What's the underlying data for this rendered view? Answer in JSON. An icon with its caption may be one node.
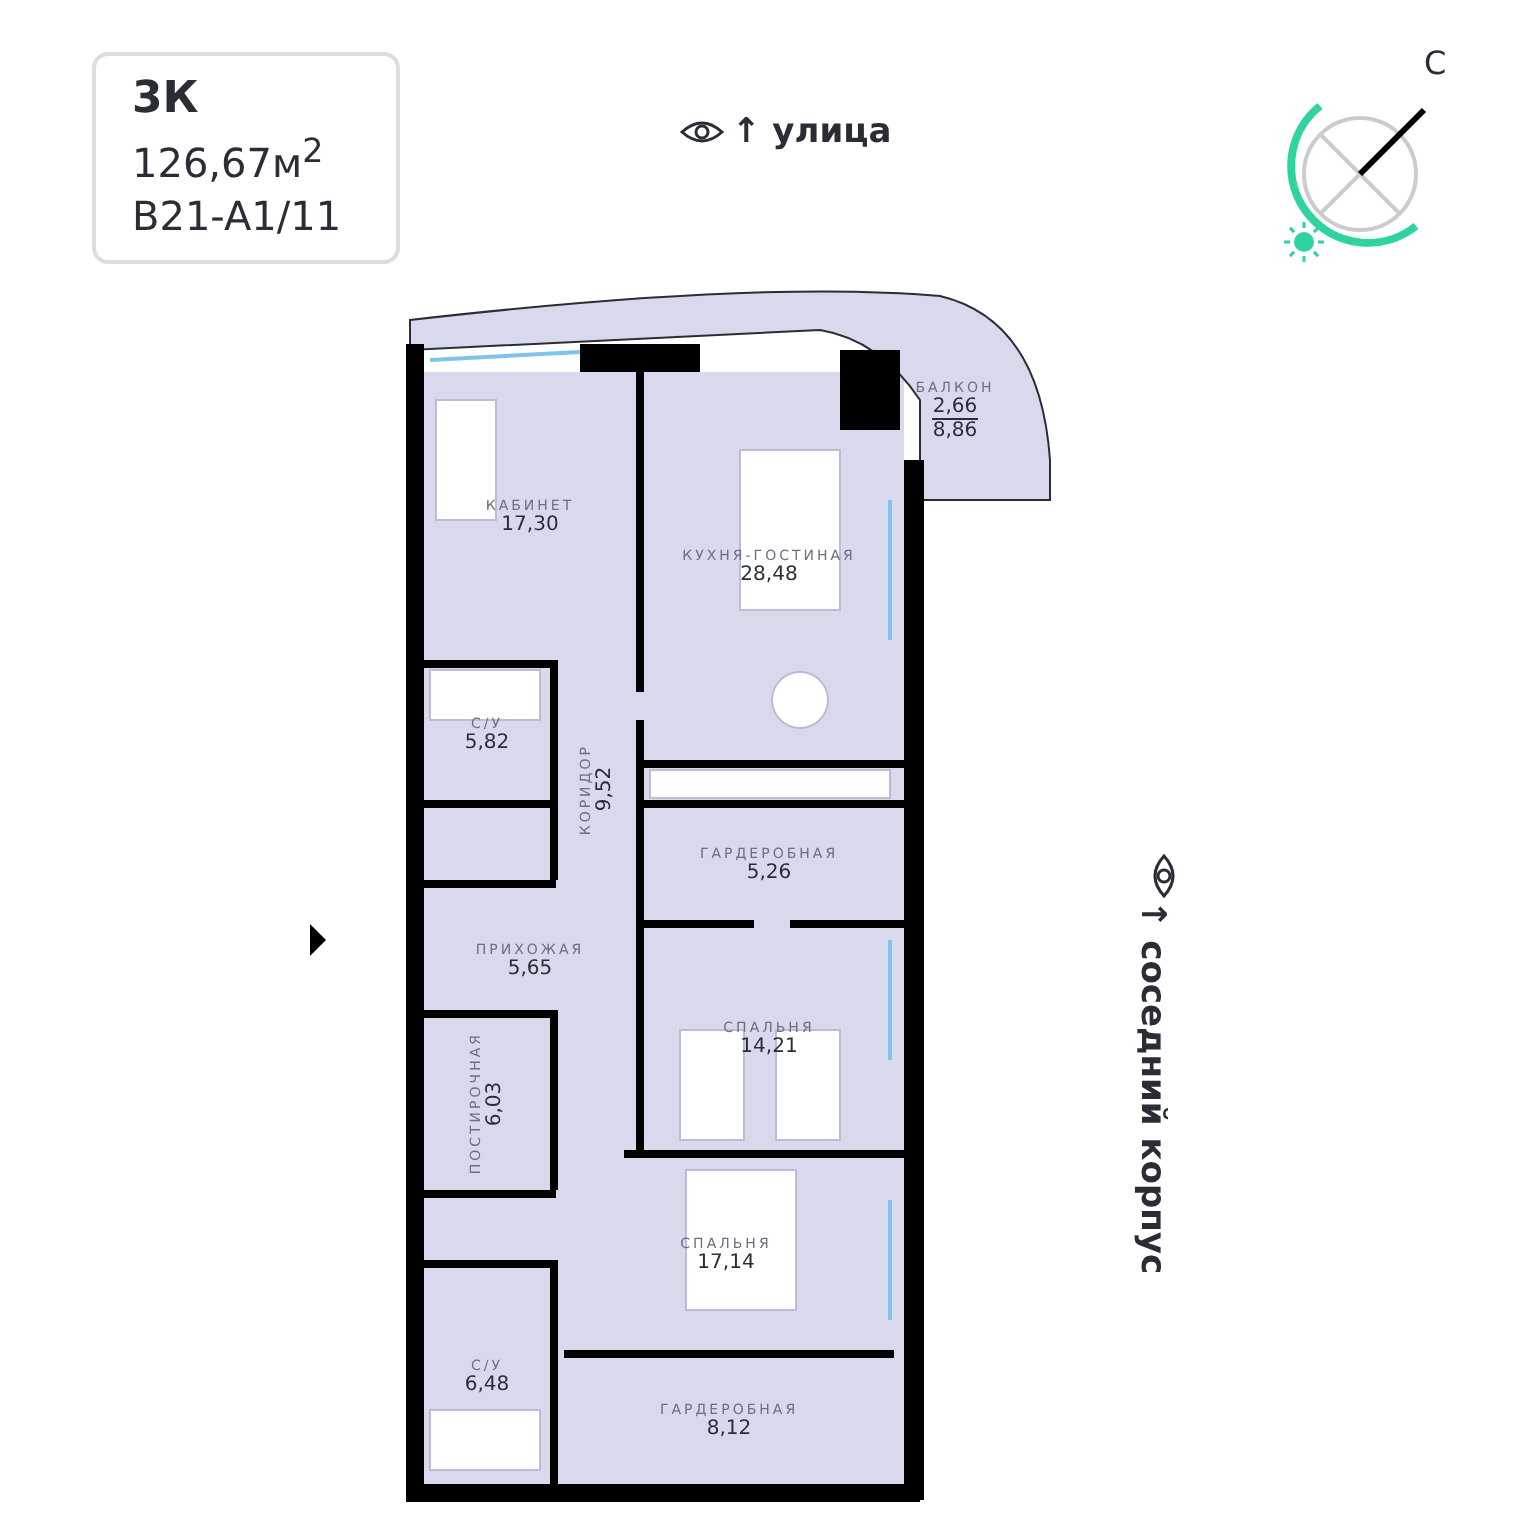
{
  "diagram": {
    "nodes": [
      {
        "text": [
          "3К",
          "126,67м$^{2}$",
          "B21-A1/11"
        ]
      },
      {
        "text": [
          "БАЛКОН",
          "2,66",
          "8,86"
        ]
      },
      {
        "text": [
          "КАБИНЕТ",
          "17,30"
        ]
      },
      {
        "text": [
          "КУХНЯ-ГОСТИНАЯ",
          "28,48"
        ]
      },
      {
        "text": [
          "С/У",
          "5,82"
        ]
      },
      {
        "text": [
          "КОРИДОР",
          "9,52"
        ]
      },
      {
        "text": [
          "ГАРДЕРОБНАЯ",
          "5,26"
        ]
      },
      {
        "text": [
          "ПРИХОЖАЯ",
          "5,65"
        ]
      },
      {
        "text": [
          "СПАЛЬНЯ",
          "14,21"
        ]
      },
      {
        "text": [
          "ПОСТИРОЧНАЯ",
          "6,03"
        ]
      },
      {
        "text": [
          "СПАЛЬНЯ",
          "17,14"
        ]
      },
      {
        "text": [
          "С/У",
          "6,48"
        ]
      },
      {
        "text": [
          "ГАРДЕРОБНАЯ",
          "8,12"
        ]
      }
    ],
    "labels": [
      "↑ улица",
      "↑ соседний корпус",
      "С"
    ]
  }
}
